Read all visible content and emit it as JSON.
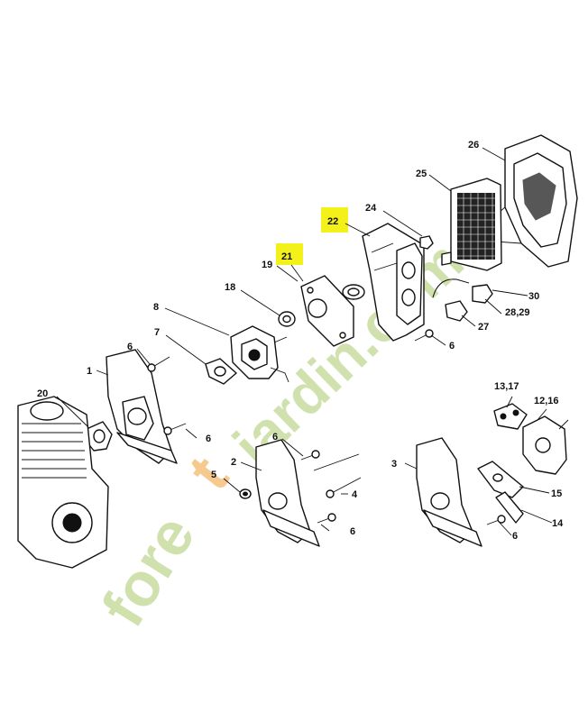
{
  "watermark": {
    "text_green": "fore",
    "text_orange": "t",
    "text_rest": "jardin.com",
    "color_green": "#c8dca0",
    "color_orange": "#f5c07a"
  },
  "highlight_color": "#f4f01a",
  "labels": {
    "l26": "26",
    "l25": "25",
    "l24": "24",
    "l22": "22",
    "l21": "21",
    "l19": "19",
    "l18": "18",
    "l8": "8",
    "l7": "7",
    "l6a": "6",
    "l1": "1",
    "l20": "20",
    "l6b": "6",
    "l6c": "6",
    "l2": "2",
    "l5": "5",
    "l4": "4",
    "l6d": "6",
    "l30": "30",
    "l2829": "28,29",
    "l27": "27",
    "l6e": "6",
    "l1317": "13,17",
    "l1216": "12,16",
    "l3": "3",
    "l15": "15",
    "l14": "14",
    "l6f": "6"
  }
}
